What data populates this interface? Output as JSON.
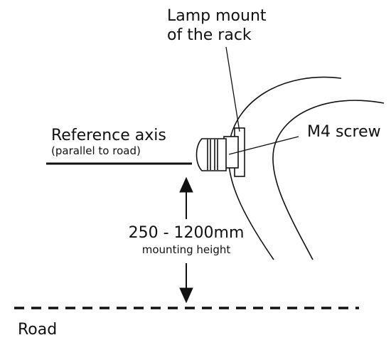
{
  "labels": {
    "lamp_mount_line1": "Lamp mount",
    "lamp_mount_line2": "of the rack",
    "m4_screw": "M4 screw",
    "reference_axis": "Reference axis",
    "reference_axis_note": "(parallel to road)",
    "height_range": "250 - 1200mm",
    "height_caption": "mounting height",
    "road": "Road"
  },
  "colors": {
    "ink": "#111111",
    "background": "#ffffff"
  }
}
